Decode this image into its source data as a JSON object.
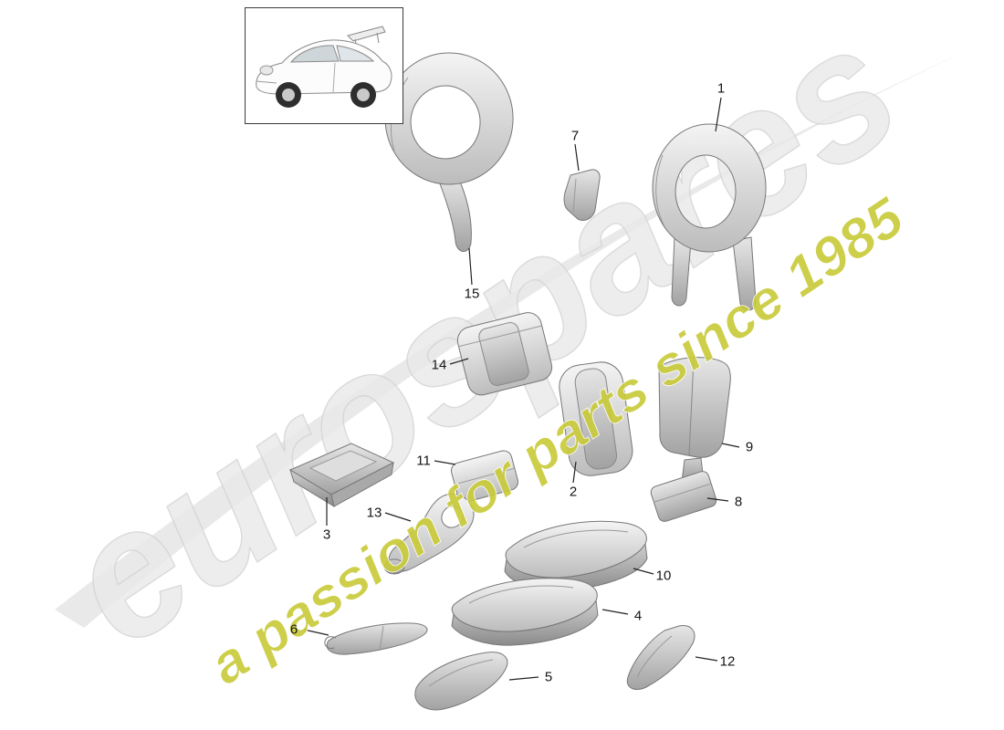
{
  "watermark": {
    "brand": "eurospares",
    "tagline": "a passion for parts since 1985",
    "brand_color": "#eaeaea",
    "tagline_color": "#c9cb3c"
  },
  "callouts": [
    {
      "label": "1"
    },
    {
      "label": "2"
    },
    {
      "label": "3"
    },
    {
      "label": "4"
    },
    {
      "label": "5"
    },
    {
      "label": "6"
    },
    {
      "label": "7"
    },
    {
      "label": "8"
    },
    {
      "label": "9"
    },
    {
      "label": "10"
    },
    {
      "label": "11"
    },
    {
      "label": "12"
    },
    {
      "label": "13"
    },
    {
      "label": "14"
    },
    {
      "label": "15"
    }
  ]
}
